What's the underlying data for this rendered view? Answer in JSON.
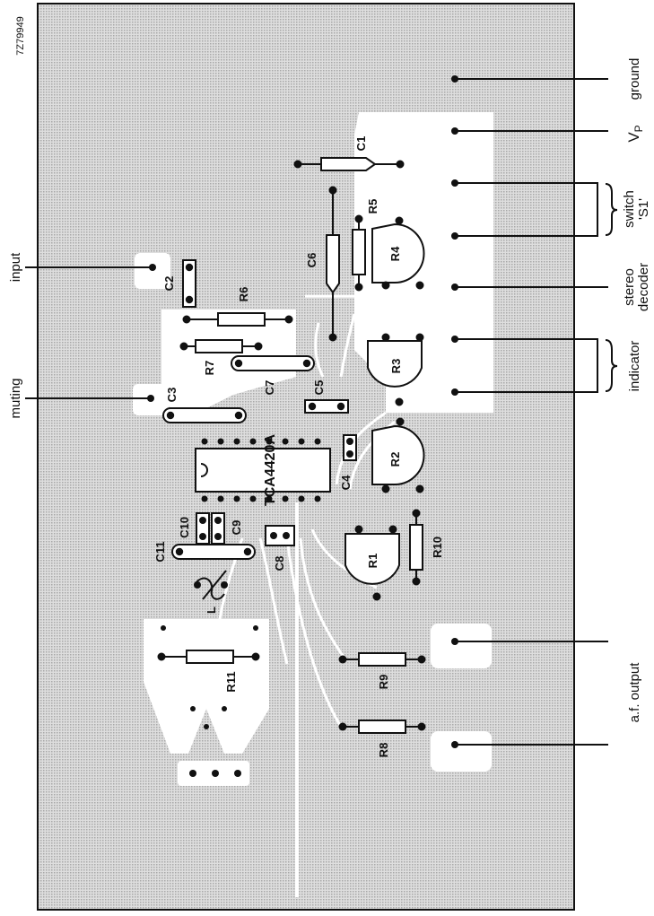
{
  "drawing_number": "7Z79949",
  "connections": {
    "ground": "ground",
    "vp": "V",
    "vp_sub": "P",
    "switch": "switch",
    "switch_name": "'S1'",
    "stereo": "stereo",
    "decoder": "decoder",
    "indicator": "indicator",
    "input": "input",
    "muting": "muting",
    "af_output": "a.f. output"
  },
  "ic": "TCA4420A",
  "components": {
    "C1": "C1",
    "C2": "C2",
    "C3": "C3",
    "C4": "C4",
    "C5": "C5",
    "C6": "C6",
    "C7": "C7",
    "C8": "C8",
    "C9": "C9",
    "C10": "C10",
    "C11": "C11",
    "L": "L",
    "R1": "R1",
    "R2": "R2",
    "R3": "R3",
    "R4": "R4",
    "R5": "R5",
    "R6": "R6",
    "R7": "R7",
    "R8": "R8",
    "R9": "R9",
    "R10": "R10",
    "R11": "R11"
  },
  "colors": {
    "board": "#d2d2d2",
    "copper": "#ffffff",
    "ink": "#111111"
  }
}
